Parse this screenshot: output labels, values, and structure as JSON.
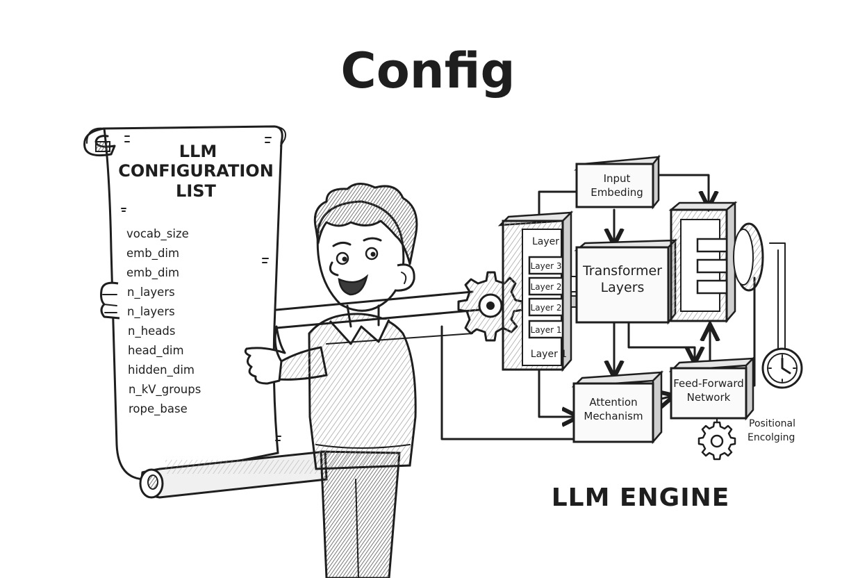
{
  "title": "Config",
  "scroll": {
    "heading": [
      "LLM",
      "CONFIGURATION",
      "LIST"
    ],
    "items": [
      "vocab_size",
      "emb_dim",
      "emb_dim",
      "n_layers",
      "n_layers",
      "n_heads",
      "head_dim",
      "hidden_dim",
      "n_kV_groups",
      "rope_base"
    ]
  },
  "engine": {
    "label": "LLM ENGINE",
    "input_embedding": [
      "Input",
      "Embeding"
    ],
    "layer_stack": {
      "header": "Layer",
      "layers": [
        "Layer 3",
        "Layer 2",
        "Layer 2",
        "Layer 1"
      ],
      "footer": "Layer 1"
    },
    "transformer": [
      "Transformer",
      "Layers"
    ],
    "attention": [
      "Attention",
      "Mechanism"
    ],
    "feed_forward": [
      "Feed-Forward",
      "Network"
    ],
    "positional": [
      "Positional",
      "Encolging"
    ]
  }
}
